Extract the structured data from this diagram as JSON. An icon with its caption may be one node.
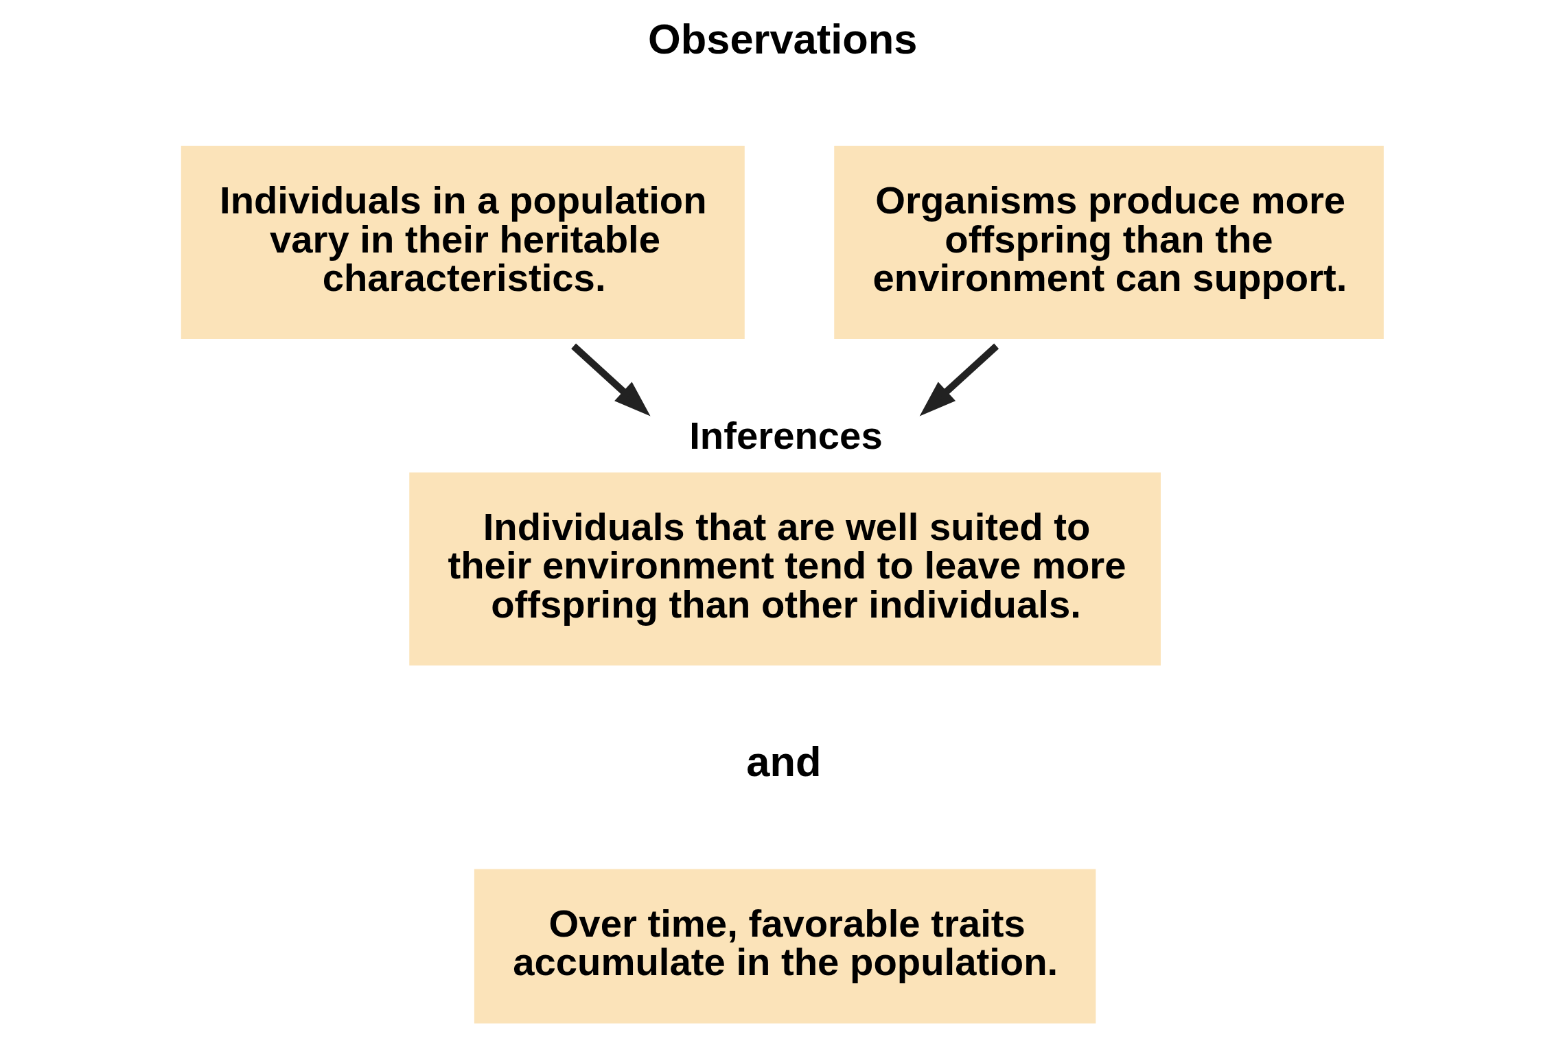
{
  "diagram": {
    "nodes": [
      {
        "text": [
          "Individuals in a population vary in their heritable characteristics."
        ]
      },
      {
        "text": [
          "Organisms produce more offspring than the environment can support."
        ]
      },
      {
        "text": [
          "Inferences",
          "Individuals that are well suited to their environment tend to leave more offspring than other individuals."
        ]
      },
      {
        "text": [
          "Over time, favorable traits accumulate in the population."
        ]
      }
    ],
    "edges": [
      {
        "from": 0,
        "to": 2,
        "arrow": "to"
      },
      {
        "from": 1,
        "to": 2,
        "arrow": "to"
      }
    ],
    "labels": [
      "Observations",
      "and"
    ]
  }
}
